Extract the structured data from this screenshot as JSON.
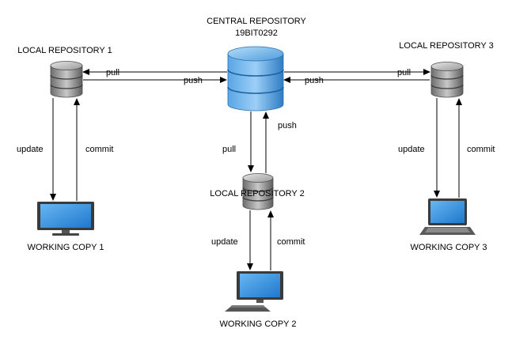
{
  "central": {
    "title": "CENTRAL REPOSITORY",
    "subtitle": "19BIT0292"
  },
  "local_repos": [
    {
      "label": "LOCAL REPOSITORY 1"
    },
    {
      "label": "LOCAL REPOSITORY 2"
    },
    {
      "label": "LOCAL REPOSITORY 3"
    }
  ],
  "working_copies": [
    {
      "label": "WORKING COPY 1"
    },
    {
      "label": "WORKING COPY 2"
    },
    {
      "label": "WORKING COPY 3"
    }
  ],
  "edges": {
    "pull": "pull",
    "push": "push",
    "update": "update",
    "commit": "commit"
  },
  "colors": {
    "central_db": "#3d8fd6",
    "local_db": "#7b7b7b",
    "screen": "#2d8ee0",
    "device_body": "#333333"
  }
}
